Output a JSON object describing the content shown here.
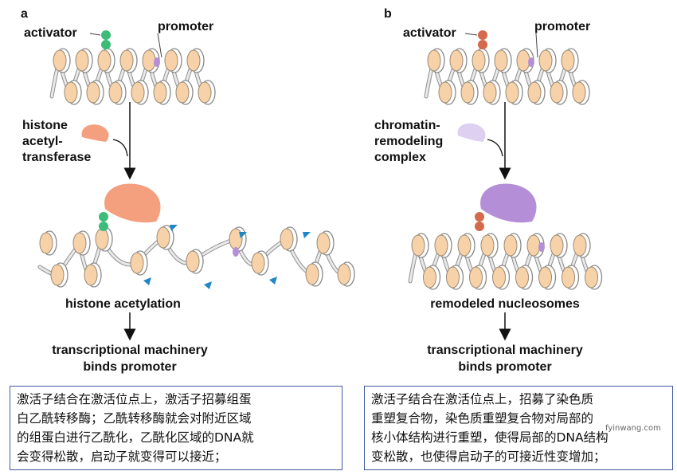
{
  "panel_a": {
    "letter": "a",
    "activator": "activator",
    "promoter": "promoter",
    "enzyme": [
      "histone",
      "acetyl-",
      "transferase"
    ],
    "result": "histone acetylation",
    "final": [
      "transcriptional machinery",
      "binds promoter"
    ],
    "caption": "激活子结合在激活位点上，激活子招募组蛋\n白乙酰转移酶；乙酰转移酶就会对附近区域\n的组蛋白进行乙酰化，乙酰化区域的DNA就\n会变得松散，启动子就变得可以接近；"
  },
  "panel_b": {
    "letter": "b",
    "activator": "activator",
    "promoter": "promoter",
    "enzyme": [
      "chromatin-",
      "remodeling",
      "complex"
    ],
    "result": "remodeled nucleosomes",
    "final": [
      "transcriptional machinery",
      "binds promoter"
    ],
    "caption": "激活子结合在激活位点上，招募了染色质\n重塑复合物，染色质重塑复合物对局部的\n核小体结构进行重塑，使得局部的DNA结构\n变松散，也使得启动子的可接近性变增加；"
  },
  "watermark": "fyinwang.com",
  "colors": {
    "nucleosome": "#f7d2a8",
    "activator_a": "#3dbb78",
    "activator_b": "#d4694c",
    "hat": "#f4a07e",
    "remodeler": "#b48fd8",
    "remodeler_light": "#ddd0f0",
    "acetyl": "#1f86c8",
    "promoter": "#b48fd8",
    "caption_border": "#3b5aa0"
  }
}
